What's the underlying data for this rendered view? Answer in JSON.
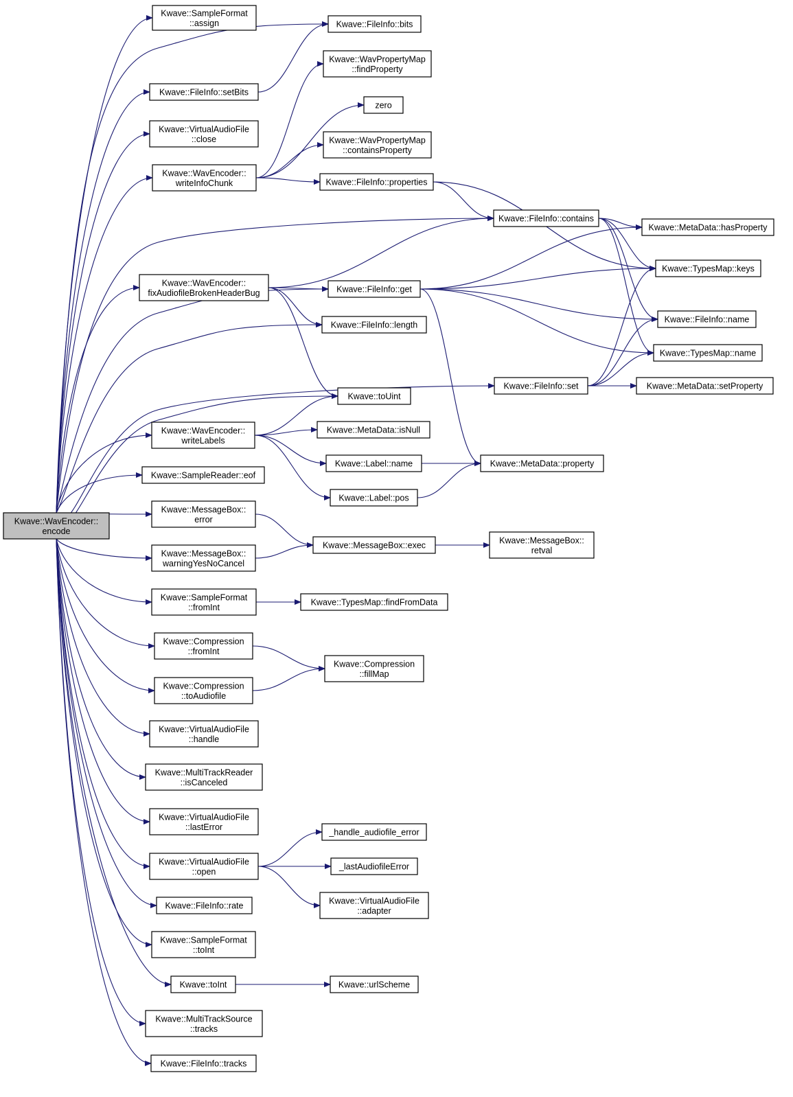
{
  "nodes": [
    {
      "id": "encode",
      "lines": [
        "Kwave::WavEncoder::",
        "encode"
      ]
    },
    {
      "id": "sf_assign",
      "lines": [
        "Kwave::SampleFormat",
        "::assign"
      ]
    },
    {
      "id": "fi_bits",
      "lines": [
        "Kwave::FileInfo::bits"
      ]
    },
    {
      "id": "fi_setBits",
      "lines": [
        "Kwave::FileInfo::setBits"
      ]
    },
    {
      "id": "wpm_find",
      "lines": [
        "Kwave::WavPropertyMap",
        "::findProperty"
      ]
    },
    {
      "id": "vaf_close",
      "lines": [
        "Kwave::VirtualAudioFile",
        "::close"
      ]
    },
    {
      "id": "zero",
      "lines": [
        "zero"
      ]
    },
    {
      "id": "wpm_contains",
      "lines": [
        "Kwave::WavPropertyMap",
        "::containsProperty"
      ]
    },
    {
      "id": "we_writeInfo",
      "lines": [
        "Kwave::WavEncoder::",
        "writeInfoChunk"
      ]
    },
    {
      "id": "fi_properties",
      "lines": [
        "Kwave::FileInfo::properties"
      ]
    },
    {
      "id": "fi_contains",
      "lines": [
        "Kwave::FileInfo::contains"
      ]
    },
    {
      "id": "md_hasProp",
      "lines": [
        "Kwave::MetaData::hasProperty"
      ]
    },
    {
      "id": "tm_keys",
      "lines": [
        "Kwave::TypesMap::keys"
      ]
    },
    {
      "id": "we_fixBug",
      "lines": [
        "Kwave::WavEncoder::",
        "fixAudiofileBrokenHeaderBug"
      ]
    },
    {
      "id": "fi_get",
      "lines": [
        "Kwave::FileInfo::get"
      ]
    },
    {
      "id": "fi_name",
      "lines": [
        "Kwave::FileInfo::name"
      ]
    },
    {
      "id": "fi_length",
      "lines": [
        "Kwave::FileInfo::length"
      ]
    },
    {
      "id": "tm_name",
      "lines": [
        "Kwave::TypesMap::name"
      ]
    },
    {
      "id": "fi_set",
      "lines": [
        "Kwave::FileInfo::set"
      ]
    },
    {
      "id": "md_setProp",
      "lines": [
        "Kwave::MetaData::setProperty"
      ]
    },
    {
      "id": "toUint",
      "lines": [
        "Kwave::toUint"
      ]
    },
    {
      "id": "we_writeLabels",
      "lines": [
        "Kwave::WavEncoder::",
        "writeLabels"
      ]
    },
    {
      "id": "md_isNull",
      "lines": [
        "Kwave::MetaData::isNull"
      ]
    },
    {
      "id": "label_name",
      "lines": [
        "Kwave::Label::name"
      ]
    },
    {
      "id": "md_property",
      "lines": [
        "Kwave::MetaData::property"
      ]
    },
    {
      "id": "sr_eof",
      "lines": [
        "Kwave::SampleReader::eof"
      ]
    },
    {
      "id": "label_pos",
      "lines": [
        "Kwave::Label::pos"
      ]
    },
    {
      "id": "mb_error",
      "lines": [
        "Kwave::MessageBox::",
        "error"
      ]
    },
    {
      "id": "mb_exec",
      "lines": [
        "Kwave::MessageBox::exec"
      ]
    },
    {
      "id": "mb_retval",
      "lines": [
        "Kwave::MessageBox::",
        "retval"
      ]
    },
    {
      "id": "mb_warn",
      "lines": [
        "Kwave::MessageBox::",
        "warningYesNoCancel"
      ]
    },
    {
      "id": "sf_fromInt",
      "lines": [
        "Kwave::SampleFormat",
        "::fromInt"
      ]
    },
    {
      "id": "tm_findFromData",
      "lines": [
        "Kwave::TypesMap::findFromData"
      ]
    },
    {
      "id": "comp_fromInt",
      "lines": [
        "Kwave::Compression",
        "::fromInt"
      ]
    },
    {
      "id": "comp_fillMap",
      "lines": [
        "Kwave::Compression",
        "::fillMap"
      ]
    },
    {
      "id": "comp_toAudiofile",
      "lines": [
        "Kwave::Compression",
        "::toAudiofile"
      ]
    },
    {
      "id": "vaf_handle",
      "lines": [
        "Kwave::VirtualAudioFile",
        "::handle"
      ]
    },
    {
      "id": "mtr_isCanceled",
      "lines": [
        "Kwave::MultiTrackReader",
        "::isCanceled"
      ]
    },
    {
      "id": "vaf_lastError",
      "lines": [
        "Kwave::VirtualAudioFile",
        "::lastError"
      ]
    },
    {
      "id": "handle_af_error",
      "lines": [
        "_handle_audiofile_error"
      ]
    },
    {
      "id": "vaf_open",
      "lines": [
        "Kwave::VirtualAudioFile",
        "::open"
      ]
    },
    {
      "id": "last_af_error",
      "lines": [
        "_lastAudiofileError"
      ]
    },
    {
      "id": "vaf_adapter",
      "lines": [
        "Kwave::VirtualAudioFile",
        "::adapter"
      ]
    },
    {
      "id": "fi_rate",
      "lines": [
        "Kwave::FileInfo::rate"
      ]
    },
    {
      "id": "sf_toInt",
      "lines": [
        "Kwave::SampleFormat",
        "::toInt"
      ]
    },
    {
      "id": "toInt",
      "lines": [
        "Kwave::toInt"
      ]
    },
    {
      "id": "urlScheme",
      "lines": [
        "Kwave::urlScheme"
      ]
    },
    {
      "id": "mts_tracks",
      "lines": [
        "Kwave::MultiTrackSource",
        "::tracks"
      ]
    },
    {
      "id": "fi_tracks",
      "lines": [
        "Kwave::FileInfo::tracks"
      ]
    }
  ],
  "edges": [
    [
      "encode",
      "sf_assign"
    ],
    [
      "encode",
      "fi_bits"
    ],
    [
      "encode",
      "fi_setBits"
    ],
    [
      "encode",
      "vaf_close"
    ],
    [
      "encode",
      "we_writeInfo"
    ],
    [
      "encode",
      "fi_contains"
    ],
    [
      "encode",
      "we_fixBug"
    ],
    [
      "encode",
      "fi_get"
    ],
    [
      "encode",
      "fi_length"
    ],
    [
      "encode",
      "fi_set"
    ],
    [
      "encode",
      "toUint"
    ],
    [
      "encode",
      "we_writeLabels"
    ],
    [
      "encode",
      "sr_eof"
    ],
    [
      "encode",
      "mb_error"
    ],
    [
      "encode",
      "mb_warn"
    ],
    [
      "encode",
      "sf_fromInt"
    ],
    [
      "encode",
      "comp_fromInt"
    ],
    [
      "encode",
      "comp_toAudiofile"
    ],
    [
      "encode",
      "vaf_handle"
    ],
    [
      "encode",
      "mtr_isCanceled"
    ],
    [
      "encode",
      "vaf_lastError"
    ],
    [
      "encode",
      "vaf_open"
    ],
    [
      "encode",
      "fi_rate"
    ],
    [
      "encode",
      "sf_toInt"
    ],
    [
      "encode",
      "toInt"
    ],
    [
      "encode",
      "mts_tracks"
    ],
    [
      "encode",
      "fi_tracks"
    ],
    [
      "fi_setBits",
      "fi_bits"
    ],
    [
      "we_writeInfo",
      "wpm_find"
    ],
    [
      "we_writeInfo",
      "zero"
    ],
    [
      "we_writeInfo",
      "wpm_contains"
    ],
    [
      "we_writeInfo",
      "fi_properties"
    ],
    [
      "fi_properties",
      "fi_contains"
    ],
    [
      "fi_properties",
      "tm_keys"
    ],
    [
      "fi_contains",
      "md_hasProp"
    ],
    [
      "fi_contains",
      "tm_keys"
    ],
    [
      "fi_contains",
      "fi_name"
    ],
    [
      "fi_contains",
      "tm_name"
    ],
    [
      "we_fixBug",
      "fi_contains"
    ],
    [
      "we_fixBug",
      "fi_get"
    ],
    [
      "we_fixBug",
      "fi_length"
    ],
    [
      "we_fixBug",
      "toUint"
    ],
    [
      "fi_get",
      "md_hasProp"
    ],
    [
      "fi_get",
      "tm_keys"
    ],
    [
      "fi_get",
      "fi_name"
    ],
    [
      "fi_get",
      "tm_name"
    ],
    [
      "fi_get",
      "md_property"
    ],
    [
      "fi_set",
      "tm_keys"
    ],
    [
      "fi_set",
      "fi_name"
    ],
    [
      "fi_set",
      "tm_name"
    ],
    [
      "fi_set",
      "md_setProp"
    ],
    [
      "we_writeLabels",
      "toUint"
    ],
    [
      "we_writeLabels",
      "md_isNull"
    ],
    [
      "we_writeLabels",
      "label_name"
    ],
    [
      "we_writeLabels",
      "label_pos"
    ],
    [
      "label_name",
      "md_property"
    ],
    [
      "label_pos",
      "md_property"
    ],
    [
      "mb_error",
      "mb_exec"
    ],
    [
      "mb_warn",
      "mb_exec"
    ],
    [
      "mb_exec",
      "mb_retval"
    ],
    [
      "sf_fromInt",
      "tm_findFromData"
    ],
    [
      "comp_fromInt",
      "comp_fillMap"
    ],
    [
      "comp_toAudiofile",
      "comp_fillMap"
    ],
    [
      "vaf_open",
      "handle_af_error"
    ],
    [
      "vaf_open",
      "last_af_error"
    ],
    [
      "vaf_open",
      "vaf_adapter"
    ],
    [
      "toInt",
      "urlScheme"
    ]
  ]
}
